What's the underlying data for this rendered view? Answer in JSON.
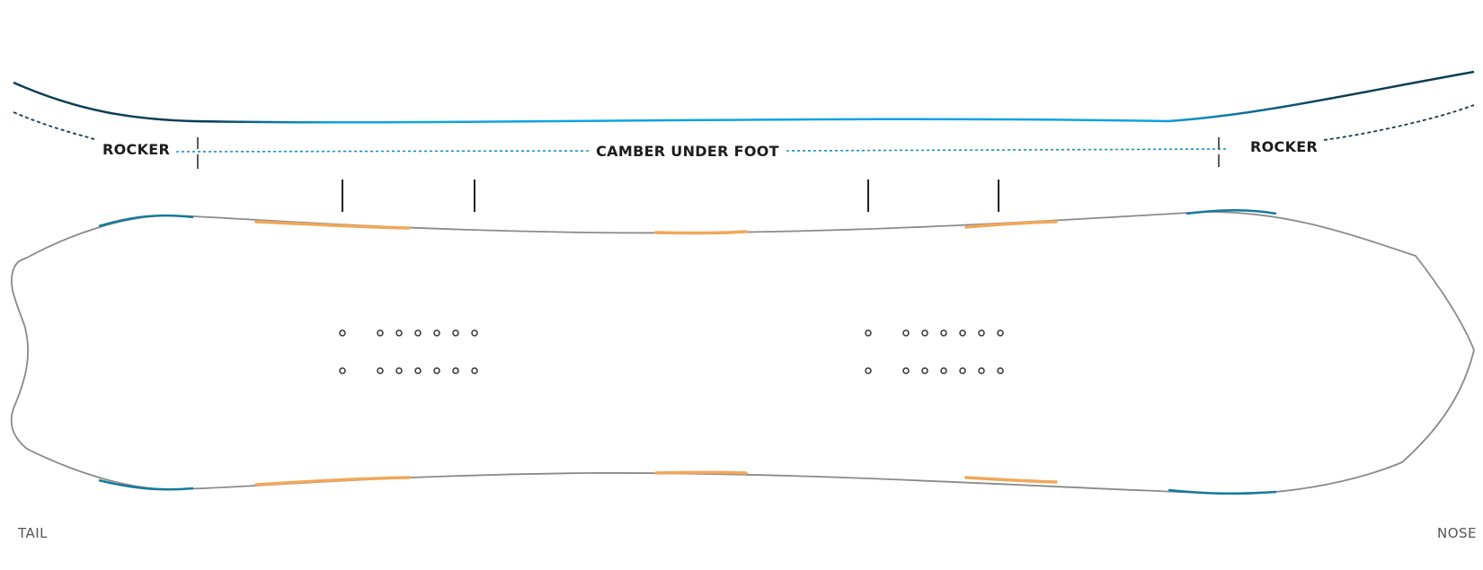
{
  "profile": {
    "left_label": "ROCKER",
    "center_label": "CAMBER UNDER FOOT",
    "right_label": "ROCKER"
  },
  "ends": {
    "tail": "TAIL",
    "nose": "NOSE"
  },
  "colors": {
    "profile_blue": "#0fa3df",
    "profile_dark": "#0b3d55",
    "rocker_teal": "#147a9c",
    "sidecut_orange": "#f0a85a",
    "outline_gray": "#8a8a8a",
    "text": "#1d1d1f"
  },
  "inserts": {
    "rows": 2,
    "holes_per_row_per_binding": 7,
    "bindings": 2
  }
}
